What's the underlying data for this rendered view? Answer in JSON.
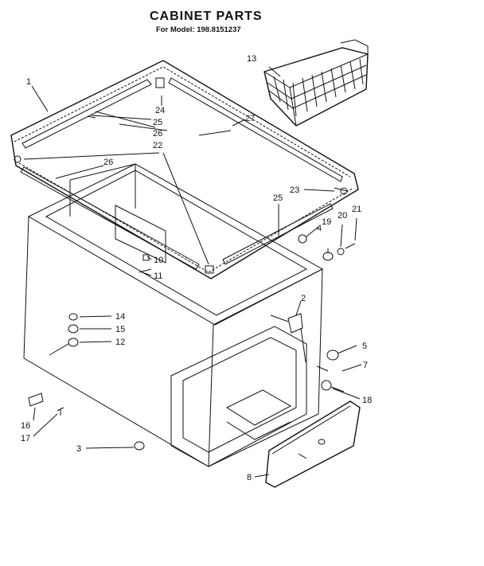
{
  "header": {
    "title": "CABINET PARTS",
    "model_line": "For Model: 198.8151237"
  },
  "callouts": [
    "1",
    "2",
    "3",
    "4",
    "5",
    "7",
    "8",
    "10",
    "11",
    "12",
    "13",
    "14",
    "15",
    "16",
    "17",
    "18",
    "19",
    "20",
    "21",
    "22",
    "23",
    "24",
    "25",
    "25",
    "26",
    "26",
    "27"
  ]
}
